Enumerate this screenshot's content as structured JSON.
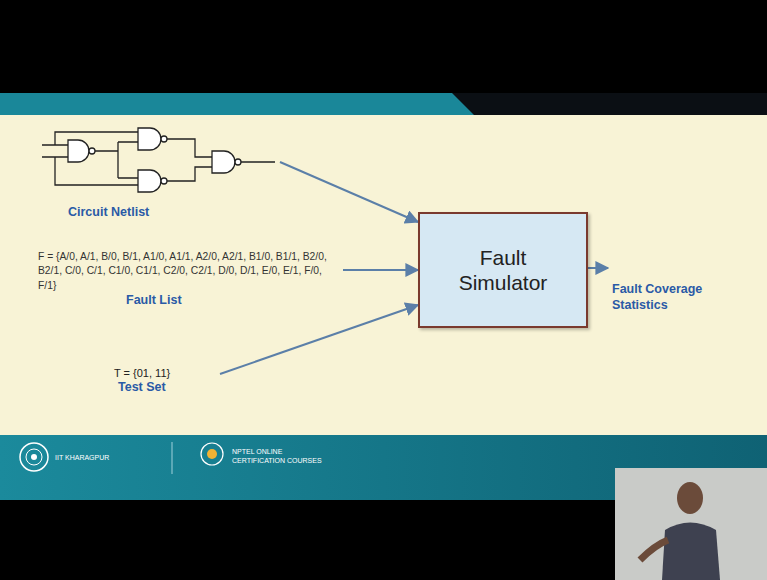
{
  "diagram": {
    "nodes": [
      {
        "text": [
          "Circuit Netlist"
        ]
      },
      {
        "text": [
          "F = {A/0, A/1, B/0, B/1, A1/0, A1/1, A2/0, A2/1, B1/0, B1/1, B2/0, B2/1, C/0, C/1, C1/0, C1/1, C2/0, C2/1, D/0, D/1, E/0, E/1, F/0, F/1}",
          "Fault List"
        ]
      },
      {
        "text": [
          "T = {01, 11}",
          "Test Set"
        ]
      },
      {
        "text": [
          "Fault Simulator"
        ]
      },
      {
        "text": [
          "Fault Coverage Statistics"
        ]
      }
    ],
    "edges": [
      {
        "from": 0,
        "to": 3,
        "arrow": "to"
      },
      {
        "from": 1,
        "to": 3,
        "arrow": "to"
      },
      {
        "from": 2,
        "to": 3,
        "arrow": "to"
      },
      {
        "from": 3,
        "to": 4,
        "arrow": "to"
      }
    ],
    "labels": [
      "IIT KHARAGPUR",
      "NPTEL ONLINE CERTIFICATION COURSES"
    ]
  }
}
